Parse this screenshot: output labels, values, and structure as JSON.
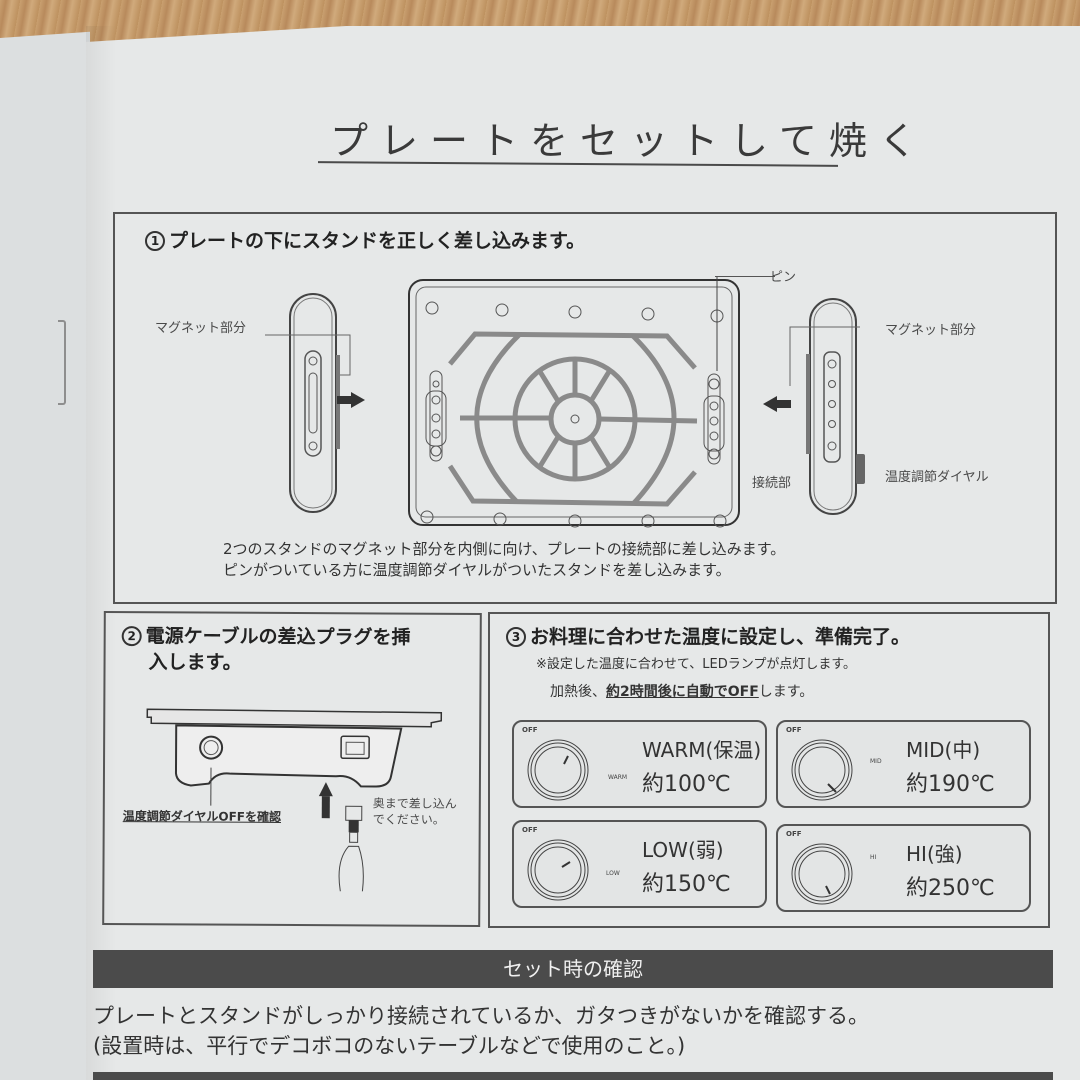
{
  "page": {
    "title": "プレートをセットして焼く"
  },
  "step1": {
    "number": "1",
    "heading": "プレートの下にスタンドを正しく差し込みます。",
    "labels": {
      "magnet_left": "マグネット部分",
      "magnet_right": "マグネット部分",
      "pin": "ピン",
      "connector": "接続部",
      "temp_dial": "温度調節ダイヤル"
    },
    "description": [
      "2つのスタンドのマグネット部分を内側に向け、プレートの接続部に差し込みます。",
      "ピンがついている方に温度調節ダイヤルがついたスタンドを差し込みます。"
    ]
  },
  "step2": {
    "number": "2",
    "heading_line1": "電源ケーブルの差込プラグを挿",
    "heading_line2": "入します。",
    "dial_off_note": "温度調節ダイヤルOFFを確認",
    "insert_note_line1": "奥まで差し込ん",
    "insert_note_line2": "でください。"
  },
  "step3": {
    "number": "3",
    "heading": "お料理に合わせた温度に設定し、準備完了。",
    "note1": "※設定した温度に合わせて、LEDランプが点灯します。",
    "note2_prefix": "加熱後、",
    "note2_emphasis": "約2時間後に自動でOFF",
    "note2_suffix": "します。",
    "settings": [
      {
        "dial_off": "OFF",
        "mark": "WARM",
        "name": "WARM(保温)",
        "temp": "約100℃"
      },
      {
        "dial_off": "OFF",
        "mark": "MID",
        "name": "MID(中)",
        "temp": "約190℃"
      },
      {
        "dial_off": "OFF",
        "mark": "LOW",
        "name": "LOW(弱)",
        "temp": "約150℃"
      },
      {
        "dial_off": "OFF",
        "mark": "HI",
        "name": "HI(強)",
        "temp": "約250℃"
      }
    ]
  },
  "check": {
    "banner": "セット時の確認",
    "line1": "プレートとスタンドがしっかり接続されているか、ガタつきがないかを確認する。",
    "line2": "(設置時は、平行でデコボコのないテーブルなどで使用のこと。)"
  }
}
